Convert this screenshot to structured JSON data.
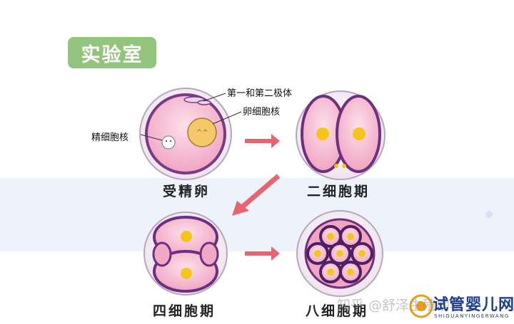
{
  "header": {
    "badge_text": "实验室"
  },
  "stages": [
    {
      "label": "受精卵"
    },
    {
      "label": "二细胞期"
    },
    {
      "label": "四细胞期"
    },
    {
      "label": "八细胞期"
    }
  ],
  "annotations": {
    "polar_bodies": "第一和第二极体",
    "egg_nucleus": "卵细胞核",
    "sperm_nucleus": "精细胞核"
  },
  "watermark": {
    "text": "知乎 @舒泽生殖助孕"
  },
  "logo": {
    "text": "试管婴儿网",
    "subtext": "SHIGUANYINGERWANG"
  },
  "colors": {
    "badge": "#93c47d",
    "zona_fill": "#f7e8f1",
    "zona_stroke": "#b09ab8",
    "cell_fill": "#f4b9d0",
    "cell_stroke": "#6e2f80",
    "nucleus": "#f5c518",
    "arrow": "#e8646e"
  }
}
